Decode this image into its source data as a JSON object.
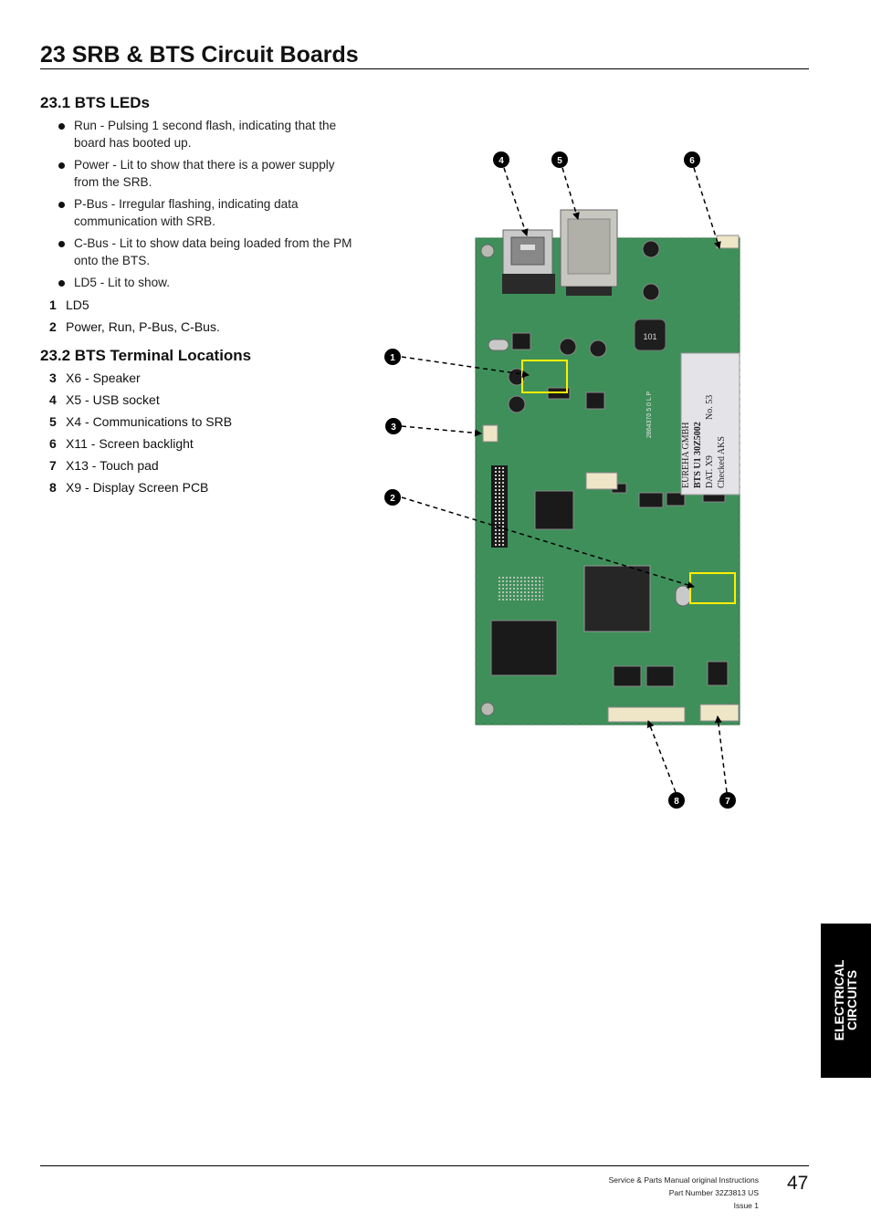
{
  "header": {
    "title": "23  SRB & BTS Circuit Boards"
  },
  "section1": {
    "title": "23.1  BTS LEDs",
    "bullets": [
      "Run - Pulsing 1 second flash, indicating that the board has booted up.",
      "Power - Lit to show that there is a power supply from the SRB.",
      "P-Bus - Irregular flashing, indicating data communication with SRB.",
      "C-Bus - Lit to show data being loaded from the PM onto the BTS.",
      "LD5 - Lit to show."
    ],
    "items": [
      {
        "num": "1",
        "text": "LD5"
      },
      {
        "num": "2",
        "text": "Power, Run, P-Bus, C-Bus."
      }
    ]
  },
  "section2": {
    "title": "23.2  BTS Terminal Locations",
    "items": [
      {
        "num": "3",
        "text": "X6 - Speaker"
      },
      {
        "num": "4",
        "text": "X5 - USB socket"
      },
      {
        "num": "5",
        "text": "X4 - Communications to SRB"
      },
      {
        "num": "6",
        "text": "X11 - Screen backlight"
      },
      {
        "num": "7",
        "text": "X13 - Touch pad"
      },
      {
        "num": "8",
        "text": "X9 - Display Screen PCB"
      }
    ]
  },
  "figure": {
    "callouts": [
      "1",
      "2",
      "3",
      "4",
      "5",
      "6",
      "7",
      "8"
    ],
    "board_label": {
      "line1": "EUREHA GMBH",
      "line2": "BTS U1 30Z5002",
      "line3": "DAT. X9",
      "line4": "No. 53",
      "line5": "Checked   AKS",
      "side_code": "2864370  5 0 L P",
      "inductor": "101"
    },
    "colors": {
      "pcb": "#3f8f5a",
      "highlight": "#ffee00"
    }
  },
  "side_tab": {
    "line1": "ELECTRICAL",
    "line2": "CIRCUITS"
  },
  "footer": {
    "line1": "Service & Parts Manual original Instructions",
    "line2": "Part Number 32Z3813 US",
    "line3": "Issue 1",
    "page_number": "47"
  }
}
